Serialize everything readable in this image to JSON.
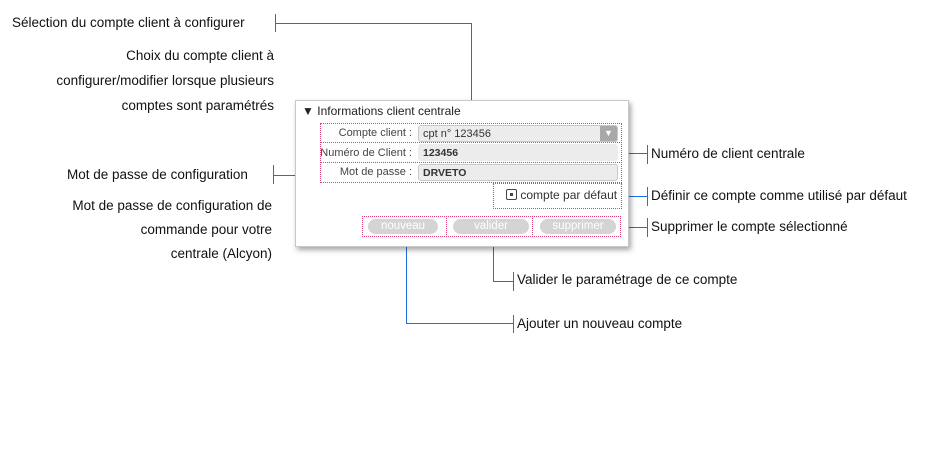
{
  "panel": {
    "title": "Informations client centrale",
    "account_label": "Compte client :",
    "account_value": "cpt n° 123456",
    "client_number_label": "Numéro de Client :",
    "client_number_value": "123456",
    "password_label": "Mot de passe :",
    "password_value": "DRVETO",
    "default_checkbox_label": "compte par défaut",
    "buttons": {
      "new": "nouveau",
      "validate": "valider",
      "delete": "supprimer"
    }
  },
  "annotations": {
    "select_title": "Sélection du compte client à configurer",
    "select_desc": [
      "Choix du compte client à",
      "configurer/modifier lorsque plusieurs",
      "comptes sont paramétrés"
    ],
    "password_title": "Mot de passe de configuration",
    "password_desc": [
      "Mot de passe de configuration de",
      "commande pour votre",
      "centrale (Alcyon)"
    ],
    "client_number": "Numéro de client centrale",
    "default": "Définir ce compte comme utilisé par défaut",
    "delete": "Supprimer le compte sélectionné",
    "validate": "Valider le paramétrage de ce compte",
    "new": "Ajouter un nouveau compte"
  }
}
